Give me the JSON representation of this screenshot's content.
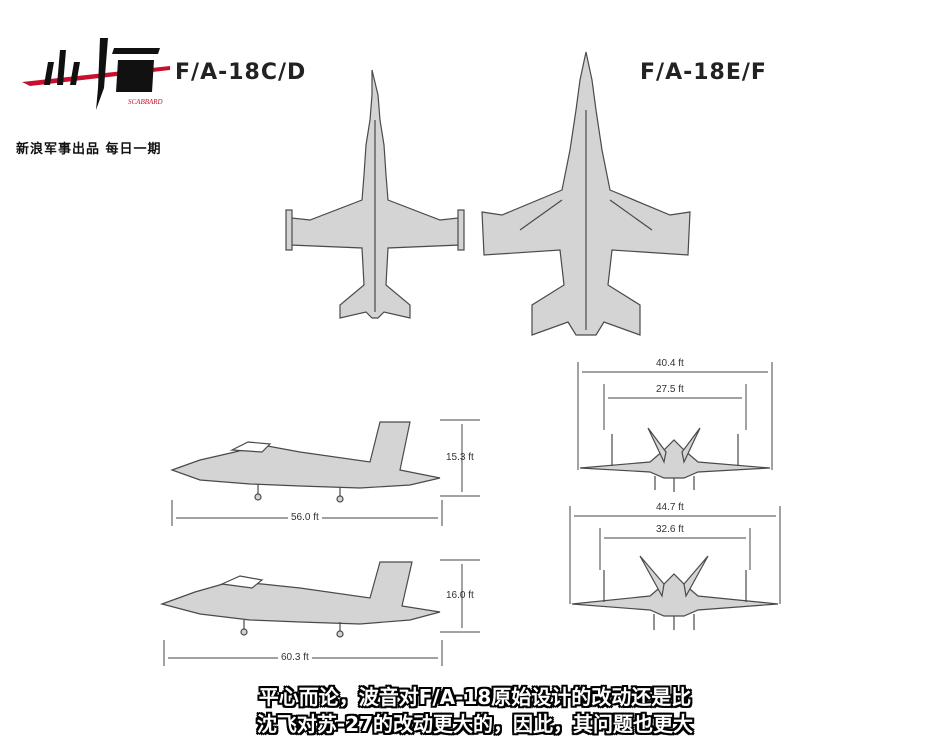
{
  "logo": {
    "brand": "出鞘",
    "brand_sub": "SCABBARD",
    "tagline": "新浪军事出品 每日一期"
  },
  "labels": {
    "cd": "F/A-18C/D",
    "ef": "F/A-18E/F"
  },
  "dimensions": {
    "cd_height": "15.3 ft",
    "cd_length": "56.0 ft",
    "ef_height": "16.0 ft",
    "ef_length": "60.3 ft",
    "cd_span": "40.4 ft",
    "cd_tail_span": "27.5 ft",
    "ef_span": "44.7 ft",
    "ef_tail_span": "32.6 ft"
  },
  "caption": {
    "line1": "平心而论，波音对F/A-18原始设计的改动还是比",
    "line2": "沈飞对苏-27的改动更大的，因此，其问题也更大"
  },
  "colors": {
    "aircraft_fill": "#d4d4d4",
    "aircraft_stroke": "#4a4a4a",
    "logo_red": "#c8102e"
  }
}
